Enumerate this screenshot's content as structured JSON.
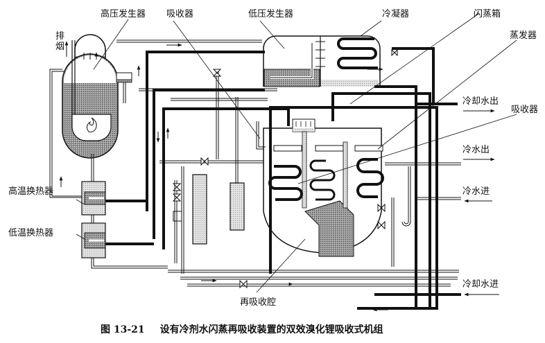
{
  "figure": {
    "number": "图 13-21",
    "title": "设有冷剂水闪蒸再吸收装置的双效溴化锂吸收式机组"
  },
  "labels": {
    "high_pressure_generator": "高压发生器",
    "absorber_top": "吸收器",
    "low_pressure_generator": "低压发生器",
    "condenser": "冷凝器",
    "flash_tank": "闪蒸箱",
    "evaporator": "蒸发器",
    "absorber_right": "吸收器",
    "exhaust": "排烟",
    "high_temp_heat_exchanger": "高温换热器",
    "low_temp_heat_exchanger": "低温换热器",
    "reabsorption_chamber": "再吸收腔"
  },
  "ports": {
    "cooling_water_out": "冷却水出",
    "chilled_water_out": "冷水出",
    "chilled_water_in": "冷水进",
    "cooling_water_in": "冷却水进"
  },
  "colors": {
    "line": "#111111",
    "solution_fill": "#8a8a8a",
    "hx_fill": "#d6d6d6",
    "background": "#ffffff"
  }
}
